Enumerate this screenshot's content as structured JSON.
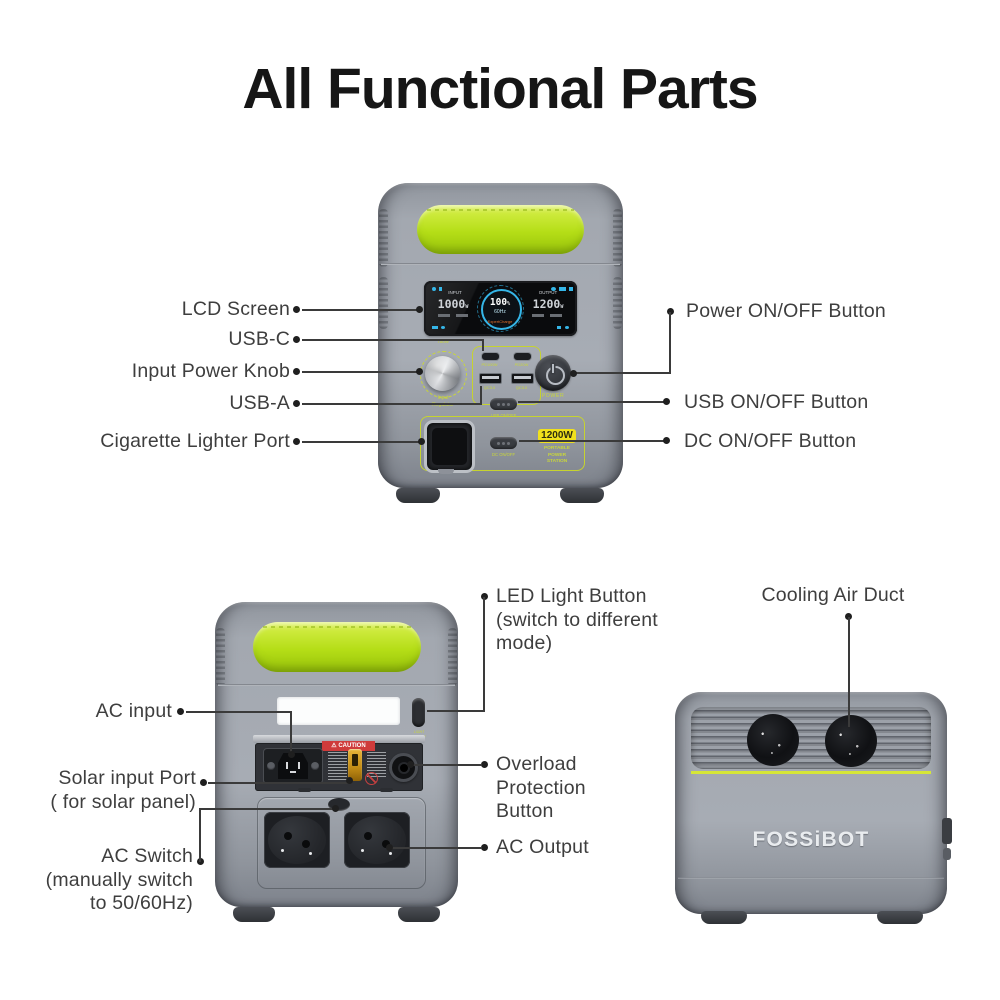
{
  "title": "All Functional Parts",
  "colors": {
    "panel_accent": "#c6d32f",
    "handle_green": "#b9e11d",
    "badge_yellow": "#f0e11c",
    "caution_red": "#cf3b3b",
    "lcd_cyan": "#35b6e8",
    "charge_orange": "#e8702a"
  },
  "top": {
    "labels_left": [
      "LCD Screen",
      "USB-C",
      "Input Power Knob",
      "USB-A",
      "Cigarette Lighter Port"
    ],
    "labels_right": [
      "Power ON/OFF Button",
      "USB ON/OFF Button",
      "DC ON/OFF Button"
    ],
    "lcd": {
      "input_label": "INPUT",
      "input_value": "1000",
      "input_unit": "W",
      "battery": "100",
      "battery_unit": "%",
      "freq": "60",
      "freq_unit": "Hz",
      "mode": "ExpertCharge",
      "output_label": "OUTPUT",
      "output_value": "1200",
      "output_unit": "W"
    },
    "knob": {
      "top_tick": "750W",
      "label_line1": "Input",
      "label_line2": "Regulator"
    },
    "ports": {
      "usbc1": "PD100W",
      "usbc2": "PD20W",
      "usba1": "QC3.0",
      "usba2": "QC3.0"
    },
    "buttons": {
      "usb_switch": "USB ON/OFF",
      "dc_switch": "DC ON/OFF",
      "power": "POWER"
    },
    "badge": {
      "watts": "1200W",
      "sub1": "PORTABLE",
      "sub2": "POWER",
      "sub3": "STATION"
    }
  },
  "bottom": {
    "labels": {
      "led1": "LED Light Button",
      "led2": "(switch to different",
      "led3": "mode)",
      "cooling": "Cooling Air Duct",
      "ac_input": "AC input",
      "solar1": "Solar input Port",
      "solar2": "( for solar panel)",
      "switch1": "AC Switch",
      "switch2": "(manually switch",
      "switch3": "to 50/60Hz)",
      "overload1": "Overload",
      "overload2": "Protection",
      "overload3": "Button",
      "ac_output": "AC Output"
    },
    "front": {
      "caution": "⚠ CAUTION",
      "light_switch1": "LIGHT",
      "light_switch2": "ON/OFF"
    },
    "back": {
      "brand": "FOSSiBOT"
    }
  }
}
